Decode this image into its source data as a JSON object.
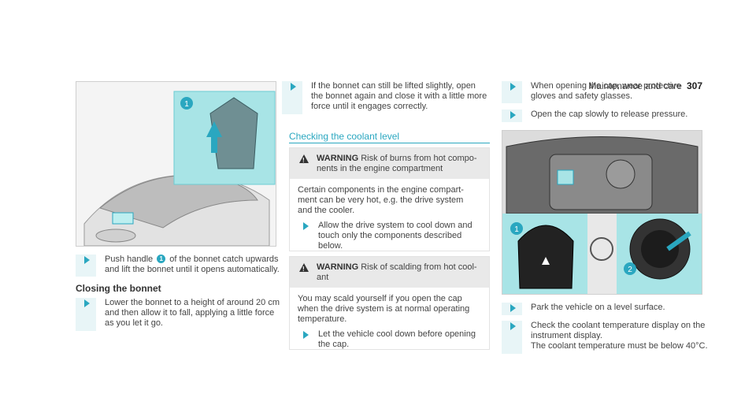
{
  "header": {
    "section": "Maintenance and care",
    "page": "307"
  },
  "col1": {
    "step1_a": "Push handle ",
    "step1_num": "1",
    "step1_b": " of the bonnet catch upwards\nand lift the bonnet until it opens automatically.",
    "closing_title": "Closing the bonnet",
    "step2": "Lower the bonnet to a height of around 20 cm\nand then allow it to fall, applying a little force\nas you let it go."
  },
  "col2": {
    "step3": "If the bonnet can still be lifted slightly, open\nthe bonnet again and close it with a little more\nforce until it engages correctly.",
    "section_title": "Checking the coolant level",
    "warn1_label": "WARNING",
    "warn1_head": " Risk of burns from hot compo-\nnents in the engine compartment",
    "warn1_body": "Certain components in the engine compart-\nment can be very hot, e.g. the drive system\nand the cooler.",
    "warn1_step": "Allow the drive system to cool down and\ntouch only the components described\nbelow.",
    "warn2_label": "WARNING",
    "warn2_head": " Risk of scalding from hot cool-\nant",
    "warn2_body": "You may scald yourself if you open the cap\nwhen the drive system is at normal operating\ntemperature.",
    "warn2_step": "Let the vehicle cool down before opening\nthe cap."
  },
  "col3": {
    "step1": "When opening the cap, wear protective\ngloves and safety glasses.",
    "step2": "Open the cap slowly to release pressure.",
    "callout1": "1",
    "callout2": "2",
    "step3": "Park the vehicle on a level surface.",
    "step4": "Check the coolant temperature display on the\ninstrument display.\nThe coolant temperature must be below 40°C."
  },
  "image1": {
    "callout": "1"
  },
  "colors": {
    "accent": "#2aa7c0",
    "panel": "#a8e4e6"
  }
}
